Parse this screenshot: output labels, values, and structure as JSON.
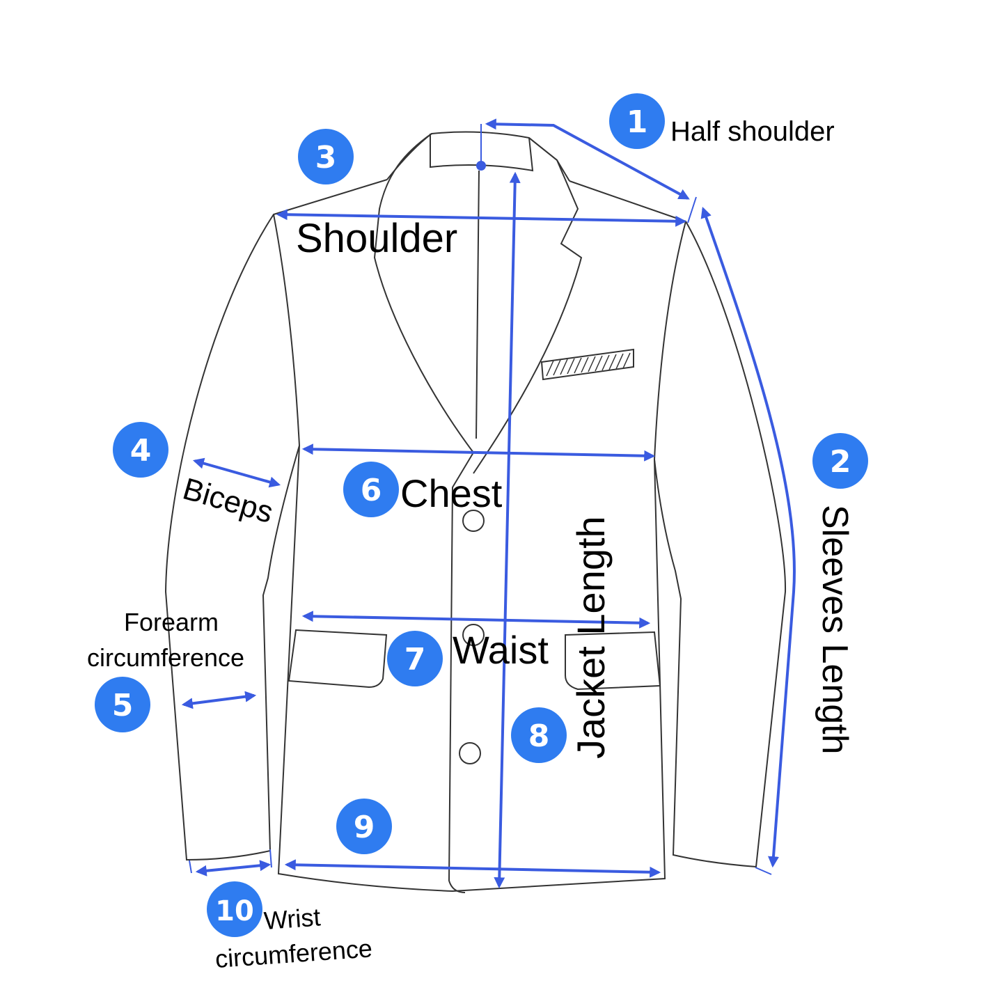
{
  "labels": {
    "half_shoulder": "Half shoulder",
    "shoulder": "Shoulder",
    "biceps": "Biceps",
    "forearm_line1": "Forearm",
    "forearm_line2": "circumference",
    "chest": "Chest",
    "waist": "Waist",
    "jacket_length": "Jacket Length",
    "sleeves_length": "Sleeves Length",
    "wrist_line1": "Wrist",
    "wrist_line2": "circumference"
  },
  "badges": [
    "1",
    "2",
    "3",
    "4",
    "5",
    "6",
    "7",
    "8",
    "9",
    "10"
  ],
  "colors": {
    "badge": "#2f7cf0",
    "measure_line": "#3a5be0",
    "outline": "#333333"
  }
}
